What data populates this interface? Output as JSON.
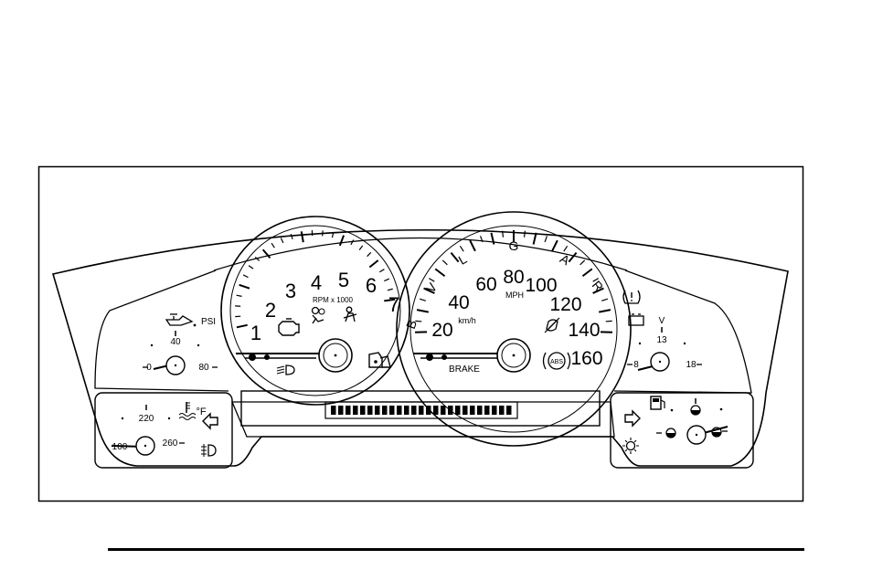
{
  "tachometer": {
    "ticks": [
      "1",
      "2",
      "3",
      "4",
      "5",
      "6",
      "7"
    ],
    "units": "RPM x 1000"
  },
  "speedometer": {
    "mph_ticks": [
      "20",
      "40",
      "60",
      "80",
      "100",
      "120",
      "140",
      "160"
    ],
    "kmh_label": "km/h",
    "mph_label": "MPH",
    "prndl": [
      "B",
      "V",
      "L",
      "G",
      "A",
      "R"
    ],
    "brake_label": "BRAKE",
    "abs_label": "ABS"
  },
  "oil_pressure": {
    "unit": "PSI",
    "values": [
      "0",
      "40",
      "80"
    ]
  },
  "coolant": {
    "unit": "°F",
    "values": [
      "100",
      "220",
      "260"
    ]
  },
  "voltmeter": {
    "unit": "V",
    "values": [
      "8",
      "13",
      "18"
    ]
  },
  "icons": [
    "oil-can-icon",
    "check-engine-icon",
    "airbag-icon",
    "seatbelt-icon",
    "door-ajar-icon",
    "low-beam-icon",
    "traction-off-icon",
    "abs-icon",
    "tire-pressure-icon",
    "battery-icon",
    "coolant-temp-icon",
    "left-turn-arrow-icon",
    "right-turn-arrow-icon",
    "fog-lamp-icon",
    "fuel-pump-icon",
    "security-lamp-icon"
  ],
  "odometer_segment_count": 25
}
